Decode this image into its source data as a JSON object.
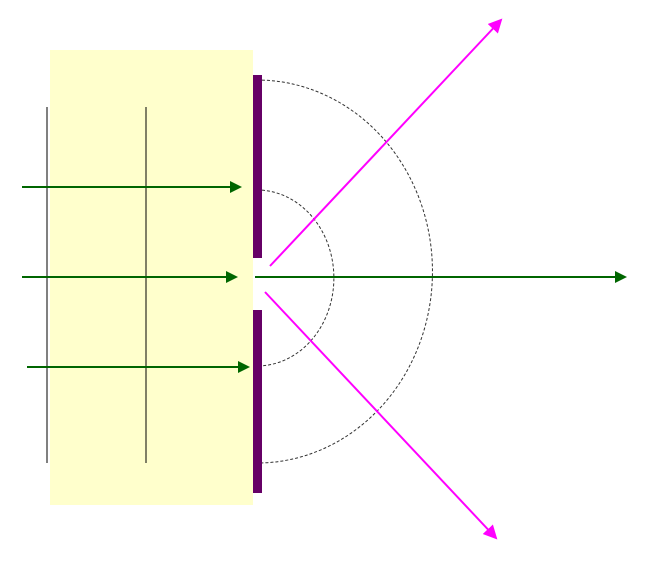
{
  "diagram": {
    "title": "",
    "description_visible_text": "",
    "colors": {
      "background": "#ffffff",
      "incident_region_fill": "#ffffcc",
      "wavefront_line": "#000000",
      "barrier": "#660066",
      "straight_ray": "#006600",
      "diffracted_ray": "#ff00ff",
      "diffracted_wavefront": "#333333"
    },
    "elements": {
      "incident_region": {
        "name": "incident-wave-region"
      },
      "wavefronts": [
        {
          "name": "incident-wavefront-1"
        },
        {
          "name": "incident-wavefront-2"
        }
      ],
      "barriers": [
        {
          "name": "barrier-upper"
        },
        {
          "name": "barrier-lower"
        }
      ],
      "incident_rays": [
        {
          "name": "incident-ray-upper"
        },
        {
          "name": "incident-ray-middle"
        },
        {
          "name": "incident-ray-lower"
        }
      ],
      "transmitted_ray": {
        "name": "transmitted-ray"
      },
      "diffracted_rays": [
        {
          "name": "diffracted-ray-upper"
        },
        {
          "name": "diffracted-ray-lower"
        }
      ],
      "diffracted_wavefronts": [
        {
          "name": "diffracted-wavefront-inner"
        },
        {
          "name": "diffracted-wavefront-outer"
        }
      ]
    }
  }
}
